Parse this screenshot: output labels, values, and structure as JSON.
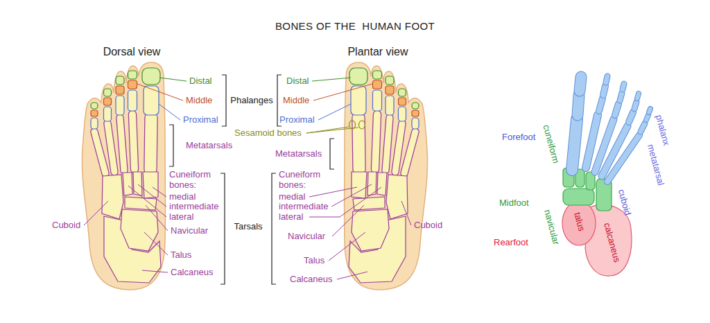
{
  "diagram": {
    "title": "BONES OF THE  HUMAN FOOT",
    "labels": [
      "Dorsal view",
      "Distal",
      "Middle",
      "Proximal",
      "Phalanges",
      "Metatarsals",
      "Cuneiform bones:",
      "medial",
      "intermediate",
      "lateral",
      "Cuboid",
      "Navicular",
      "Tarsals",
      "Talus",
      "Calcaneus",
      "Plantar view",
      "Distal",
      "Middle",
      "Proximal",
      "Sesamoid bones",
      "Metatarsals",
      "Cuneiform bones:",
      "medial",
      "intermediate",
      "lateral",
      "Navicular",
      "Cuboid",
      "Talus",
      "Calcaneus",
      "Forefoot",
      "cuneiform",
      "Midfoot",
      "navicular",
      "talus",
      "Rearfoot",
      "calcaneus",
      "cuboid",
      "metatarsal",
      "phalanx"
    ]
  }
}
